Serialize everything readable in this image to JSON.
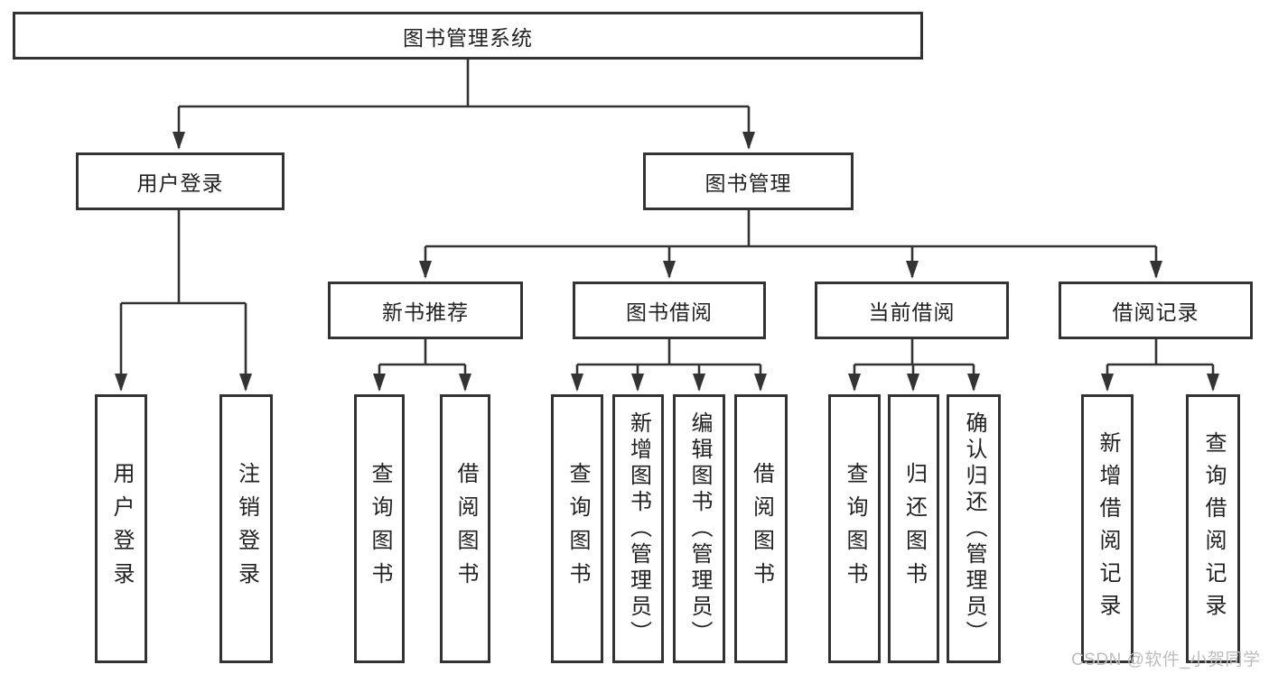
{
  "tree": {
    "root": {
      "label": "图书管理系统",
      "children": [
        {
          "label": "用户登录",
          "children": [
            {
              "label": "用户登录"
            },
            {
              "label": "注销登录"
            }
          ]
        },
        {
          "label": "图书管理",
          "children": [
            {
              "label": "新书推荐",
              "children": [
                {
                  "label": "查询图书"
                },
                {
                  "label": "借阅图书"
                }
              ]
            },
            {
              "label": "图书借阅",
              "children": [
                {
                  "label": "查询图书"
                },
                {
                  "label": "新增图书（管理员）"
                },
                {
                  "label": "编辑图书（管理员）"
                },
                {
                  "label": "借阅图书"
                }
              ]
            },
            {
              "label": "当前借阅",
              "children": [
                {
                  "label": "查询图书"
                },
                {
                  "label": "归还图书"
                },
                {
                  "label": "确认归还（管理员）"
                }
              ]
            },
            {
              "label": "借阅记录",
              "children": [
                {
                  "label": "新增借阅记录"
                },
                {
                  "label": "查询借阅记录"
                }
              ]
            }
          ]
        }
      ]
    }
  },
  "watermark": {
    "text": "CSDN @软件_小贺同学"
  },
  "colors": {
    "line": "#333333",
    "box_border": "#333333",
    "text": "#222222",
    "watermark_text": "#bdbdbd",
    "background": "#ffffff"
  }
}
